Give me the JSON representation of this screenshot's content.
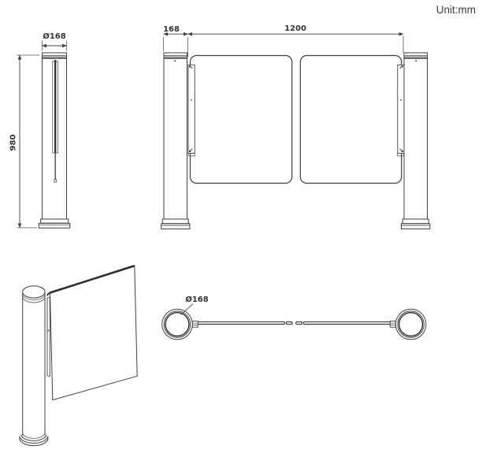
{
  "unit_label": "Unit:mm",
  "views": {
    "side": {
      "name": "side elevation of post",
      "diameter_label": "Ø168",
      "height_label": "980"
    },
    "front": {
      "name": "front elevation of swing gate",
      "post_width_label": "168",
      "passage_width_label": "1200"
    },
    "perspective": {
      "name": "isometric view of post with swing panel"
    },
    "top": {
      "name": "plan view of two posts with swing panels",
      "diameter_label": "Ø168"
    }
  },
  "dimensions_mm": {
    "post_diameter": 168,
    "post_height": 980,
    "passage_width": 1200
  },
  "colors": {
    "line": "#3f3f3f",
    "dark_line": "#2e2e2e",
    "text": "#3b3b3b",
    "background": "#ffffff"
  }
}
